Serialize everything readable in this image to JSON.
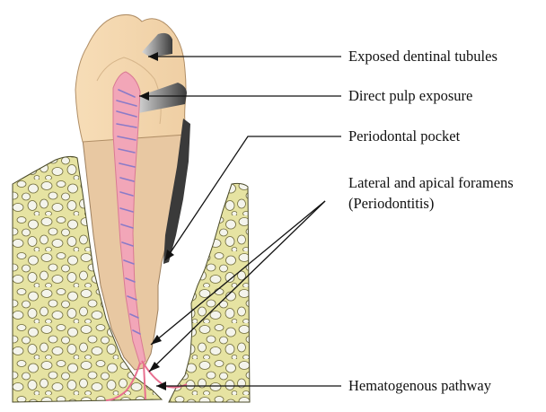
{
  "labels": {
    "exposed_dentinal_tubules": "Exposed dentinal tubules",
    "direct_pulp_exposure": "Direct pulp exposure",
    "periodontal_pocket": "Periodontal pocket",
    "lateral_apical_foramens_line1": "Lateral and apical foramens",
    "lateral_apical_foramens_line2": "(Periodontitis)",
    "hematogenous_pathway": "Hematogenous pathway"
  },
  "colors": {
    "crown": "#f5d6ad",
    "root": "#e8c8a2",
    "pulp": "#f2a6b8",
    "pulp_lines": "#8a7bc8",
    "bone": "#e6e3a2",
    "bone_particles": "#f4f4ec",
    "pocket": "#3a3a3a",
    "leader_lines": "#111111"
  }
}
